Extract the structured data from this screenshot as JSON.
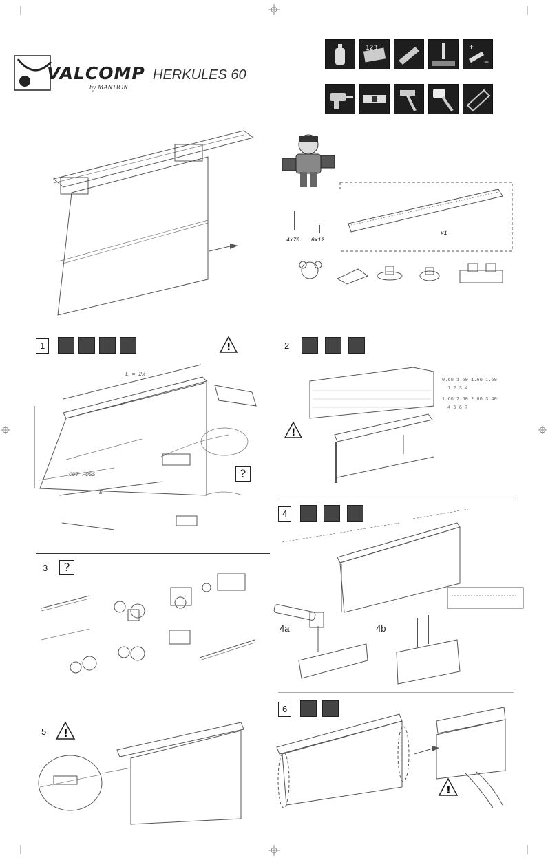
{
  "brand": {
    "name": "VALCOMP",
    "by": "by MANTION",
    "product": "HERKULES 60"
  },
  "tools_row1": [
    "lubricant-icon",
    "measuring-tape-icon",
    "saw-icon",
    "drill-bit-icon",
    "wrench-adjust-icon"
  ],
  "tools_row2": [
    "electric-drill-icon",
    "spirit-level-icon",
    "hammer-icon",
    "mallet-icon",
    "hacksaw-icon"
  ],
  "steps": {
    "s1": {
      "number": "1",
      "label_rail": "L = 2x",
      "label_offset": "OUT  POSS",
      "label_e": "E"
    },
    "s2": {
      "number": "2"
    },
    "s3": {
      "number": "3"
    },
    "s4": {
      "number": "4",
      "sub_a": "4a",
      "sub_b": "4b"
    },
    "s5": {
      "number": "5"
    },
    "s6": {
      "number": "6"
    }
  },
  "symbols": {
    "question": "?",
    "warning": "!"
  }
}
